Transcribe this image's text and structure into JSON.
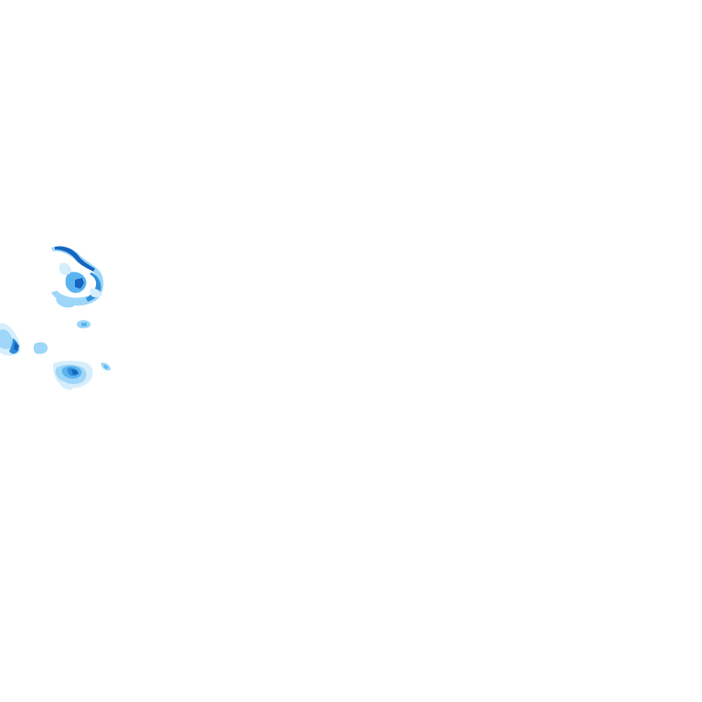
{
  "tile": {
    "background_color": "#ffffff"
  },
  "palette": {
    "very_light": "#d6eefc",
    "light": "#9dd6f8",
    "medium": "#5bb4ee",
    "strong": "#2f8fdc",
    "dark": "#1565c0"
  },
  "echo_clusters": [
    {
      "id": "cluster-north",
      "intensity_levels": [
        "very_light",
        "light",
        "medium",
        "strong",
        "dark"
      ]
    },
    {
      "id": "cluster-west",
      "intensity_levels": [
        "very_light",
        "light",
        "strong",
        "dark"
      ]
    },
    {
      "id": "cluster-center-small",
      "intensity_levels": [
        "light",
        "medium"
      ]
    },
    {
      "id": "cluster-mid-small",
      "intensity_levels": [
        "light"
      ]
    },
    {
      "id": "cluster-south",
      "intensity_levels": [
        "very_light",
        "light",
        "medium",
        "strong",
        "dark"
      ]
    },
    {
      "id": "cluster-south-east-small",
      "intensity_levels": [
        "light",
        "medium"
      ]
    }
  ]
}
